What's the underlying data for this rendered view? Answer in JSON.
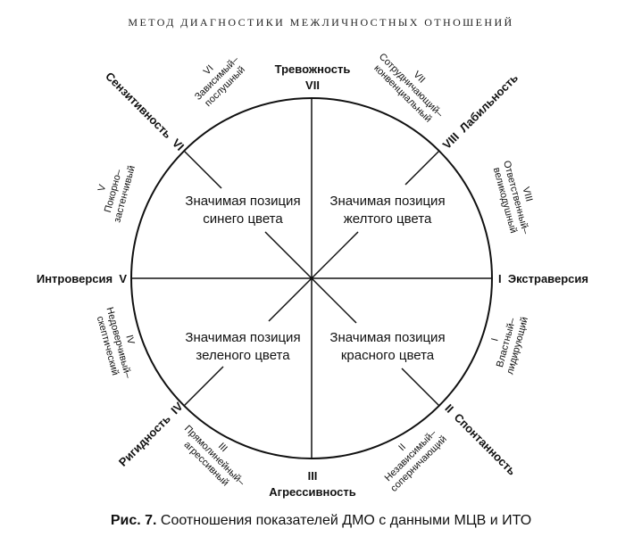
{
  "header": {
    "title": "МЕТОД ДИАГНОСТИКИ МЕЖЛИЧНОСТНЫХ ОТНОШЕНИЙ"
  },
  "poles": {
    "top_name": "Тревожность",
    "top_num": "VII",
    "right": "I  Экстраверсия",
    "bottom_num": "III",
    "bottom_name": "Агрессивность",
    "left": "Интроверсия  V",
    "upper_right": "VIII  Лабильность",
    "lower_right": "II  Спонтанность",
    "lower_left": "Ригидность  IV",
    "upper_left": "Сензитивность  VI"
  },
  "octants": {
    "upper_left_top": {
      "num": "VI",
      "line1": "Зависимый–",
      "line2": "послушный"
    },
    "upper_right_top": {
      "num": "VII",
      "line1": "Сотрудничающий–",
      "line2": "конвенциальный"
    },
    "upper_left_side": {
      "num": "V",
      "line1": "Покорно–",
      "line2": "застенчивый"
    },
    "upper_right_side": {
      "num": "VIII",
      "line1": "Ответственный–",
      "line2": "великодушный"
    },
    "lower_left_side": {
      "num": "IV",
      "line1": "Недоверчивый–",
      "line2": "скептический"
    },
    "lower_right_side": {
      "num": "I",
      "line1": "Властный–",
      "line2": "лидирующий"
    },
    "lower_left_bottom": {
      "num": "III",
      "line1": "Прямолинейный–",
      "line2": "агрессивный"
    },
    "lower_right_bottom": {
      "num": "II",
      "line1": "Независимый–",
      "line2": "соперничающий"
    }
  },
  "quadrants": {
    "top_left": {
      "line1": "Значимая позиция",
      "line2": "синего цвета"
    },
    "top_right": {
      "line1": "Значимая позиция",
      "line2": "желтого цвета"
    },
    "bottom_left": {
      "line1": "Значимая позиция",
      "line2": "зеленого цвета"
    },
    "bottom_right": {
      "line1": "Значимая позиция",
      "line2": "красного цвета"
    }
  },
  "caption": {
    "label": "Рис. 7.",
    "text": " Соотношения показателей ДМО с данными МЦВ и ИТО"
  }
}
